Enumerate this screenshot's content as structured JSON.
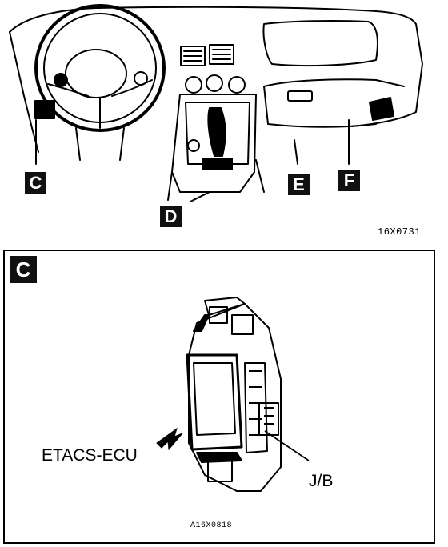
{
  "overview": {
    "locations": {
      "c": "C",
      "d": "D",
      "e": "E",
      "f": "F"
    },
    "figure_code": "16X0731"
  },
  "detail": {
    "section_tag": "C",
    "callouts": {
      "etacs_ecu": "ETACS-ECU",
      "junction_block": "J/B"
    },
    "figure_code": "A16X0818"
  }
}
